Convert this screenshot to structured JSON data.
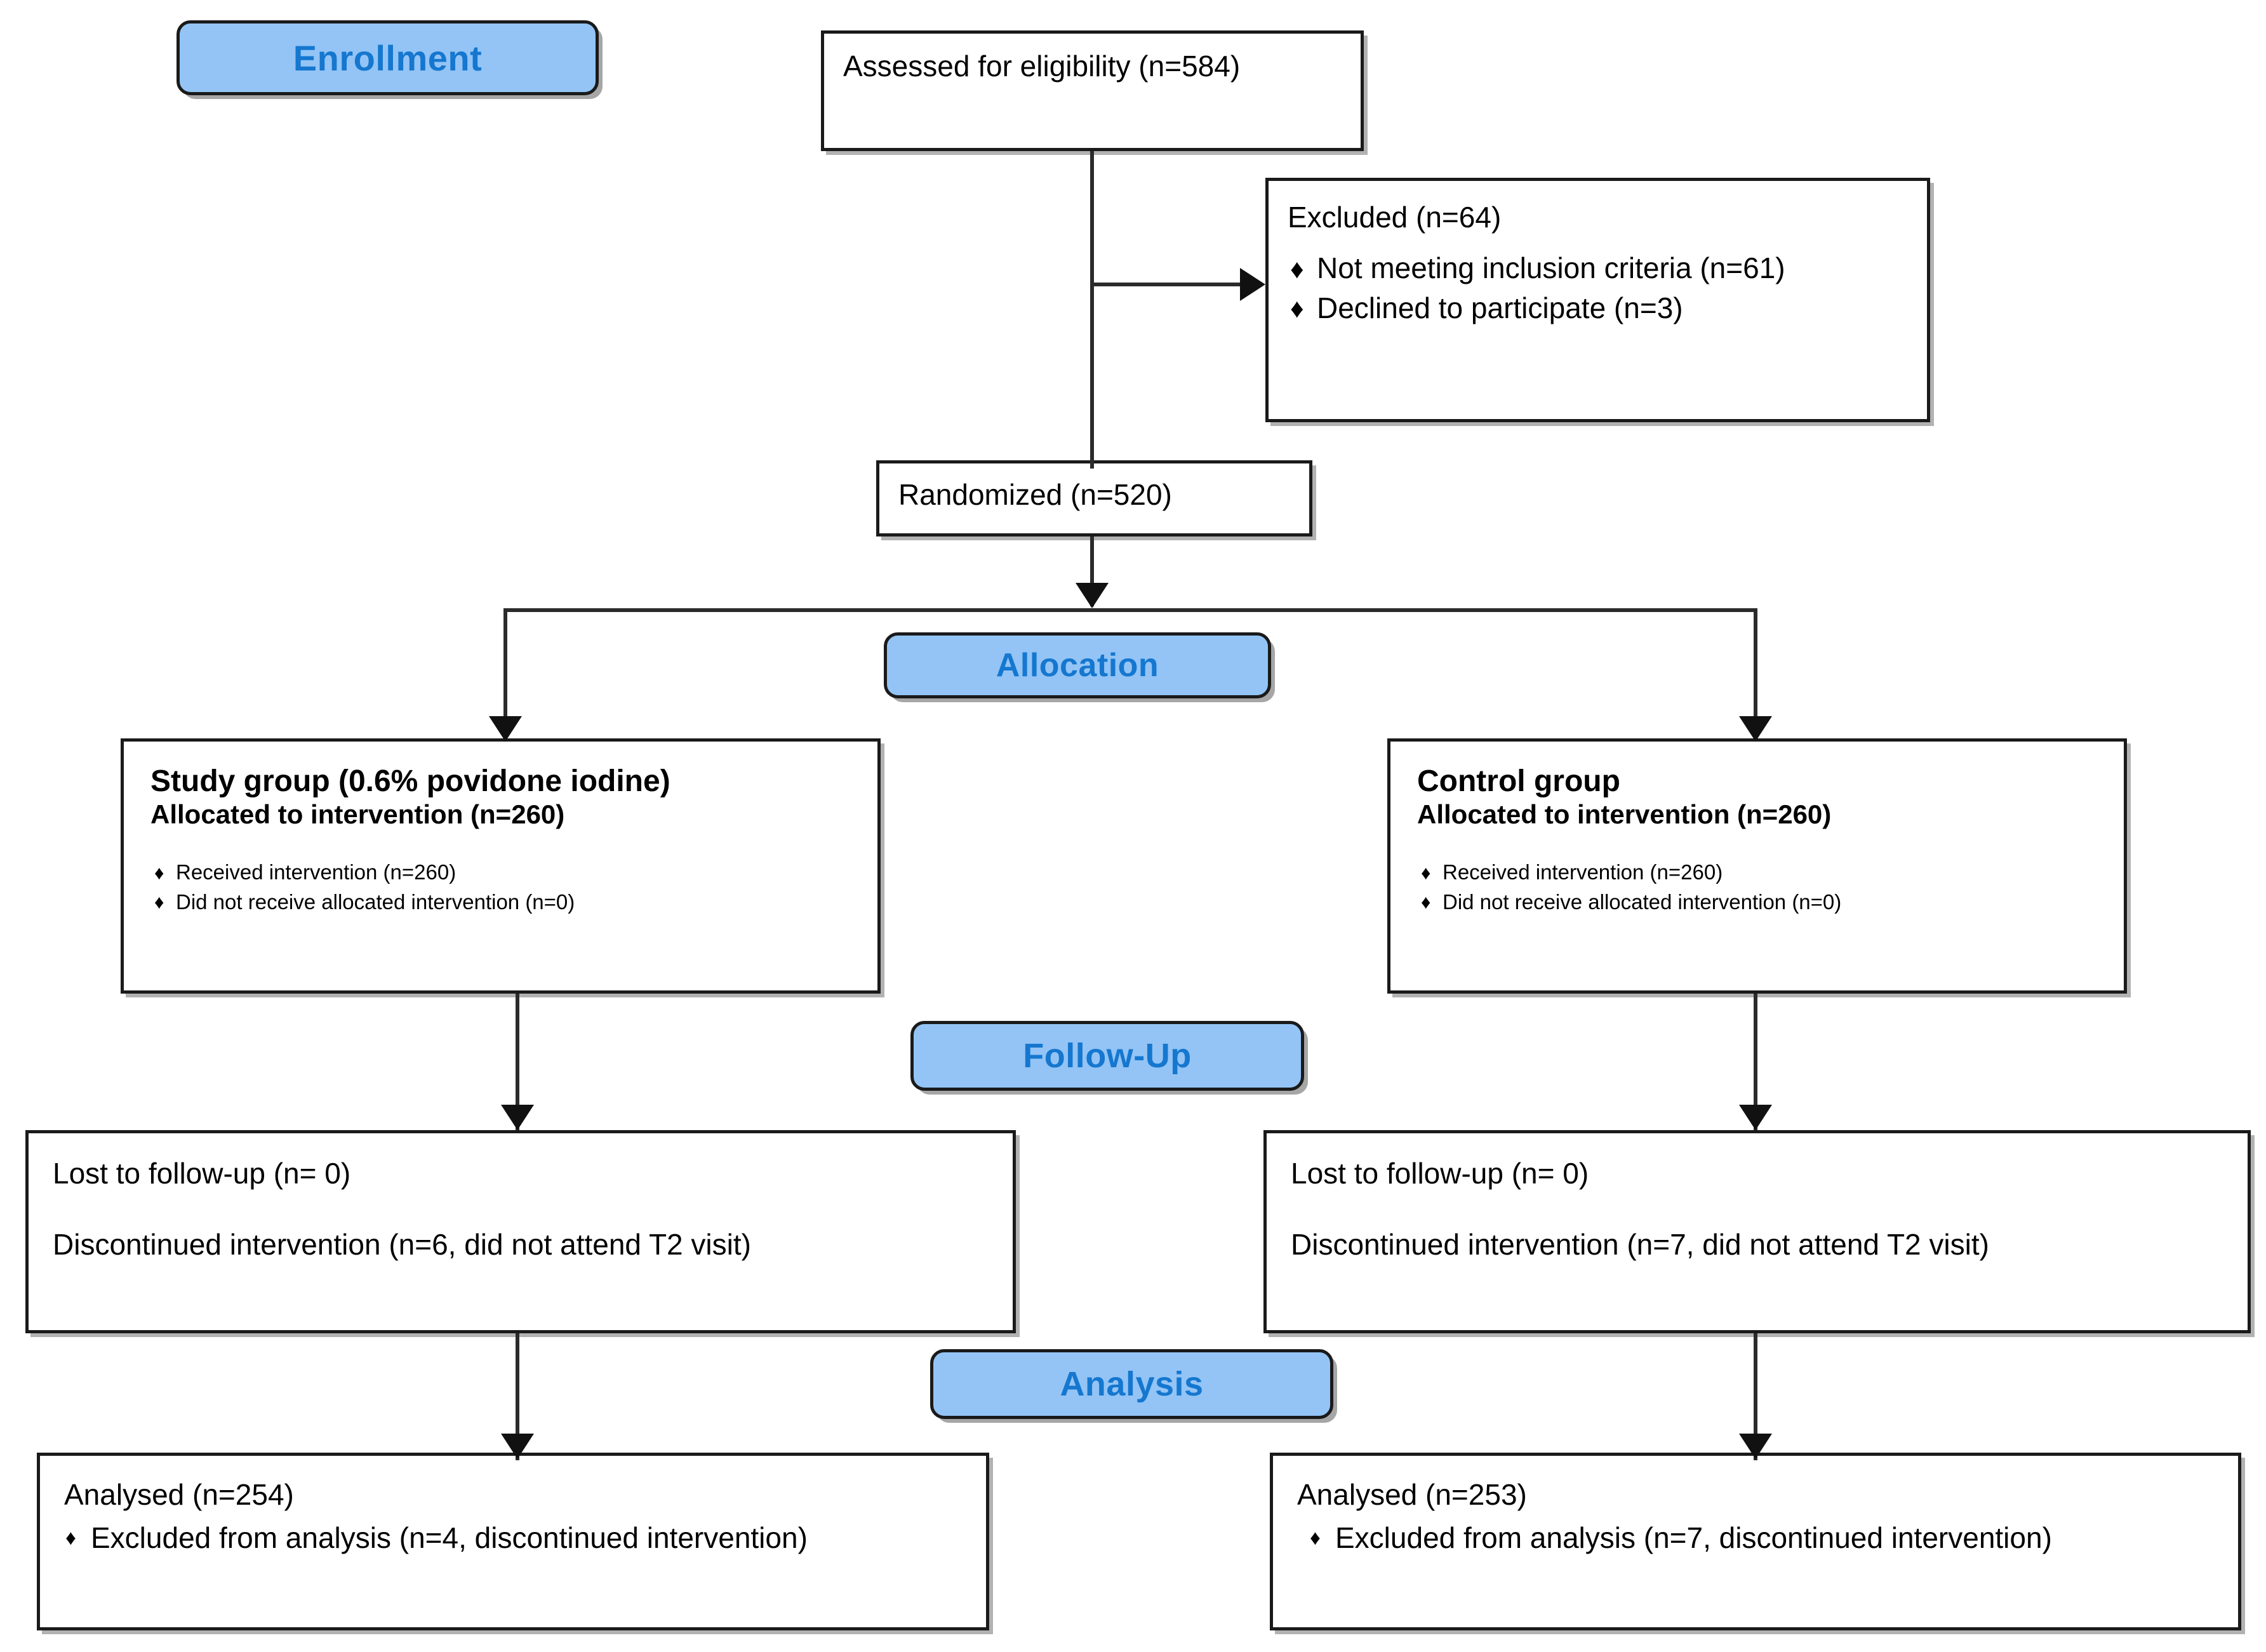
{
  "diagram": {
    "title": "CONSORT participant flow diagram",
    "accent_blue": "#93c4f5",
    "accent_text_blue": "#1577cf",
    "border_color": "#1a1a1a",
    "bullet_glyph": "♦"
  },
  "stages": {
    "enrollment": "Enrollment",
    "allocation": "Allocation",
    "followup": "Follow-Up",
    "analysis": "Analysis"
  },
  "enrollment": {
    "assessed": "Assessed for eligibility (n=584)",
    "excluded_title": "Excluded (n=64)",
    "excluded_items": [
      "Not meeting inclusion criteria (n=61)",
      "Declined to participate (n=3)"
    ],
    "randomized": "Randomized (n=520)"
  },
  "allocation": {
    "study": {
      "title": "Study group (0.6% povidone iodine)",
      "allocated": "Allocated to intervention (n=260)",
      "items": [
        "Received intervention (n=260)",
        "Did not receive allocated intervention (n=0)"
      ]
    },
    "control": {
      "title": "Control group",
      "allocated": "Allocated to intervention (n=260)",
      "items": [
        "Received intervention (n=260)",
        "Did not receive allocated intervention (n=0)"
      ]
    }
  },
  "followup": {
    "study": {
      "lost": "Lost to follow-up (n= 0)",
      "discontinued": "Discontinued intervention (n=6, did not attend T2 visit)"
    },
    "control": {
      "lost": "Lost to follow-up (n= 0)",
      "discontinued": "Discontinued intervention (n=7, did not attend T2 visit)"
    }
  },
  "analysis": {
    "study": {
      "analysed": "Analysed  (n=254)",
      "items": [
        "Excluded from analysis (n=4, discontinued intervention)"
      ]
    },
    "control": {
      "analysed": "Analysed  (n=253)",
      "items": [
        "Excluded from analysis (n=7, discontinued intervention)"
      ]
    }
  }
}
